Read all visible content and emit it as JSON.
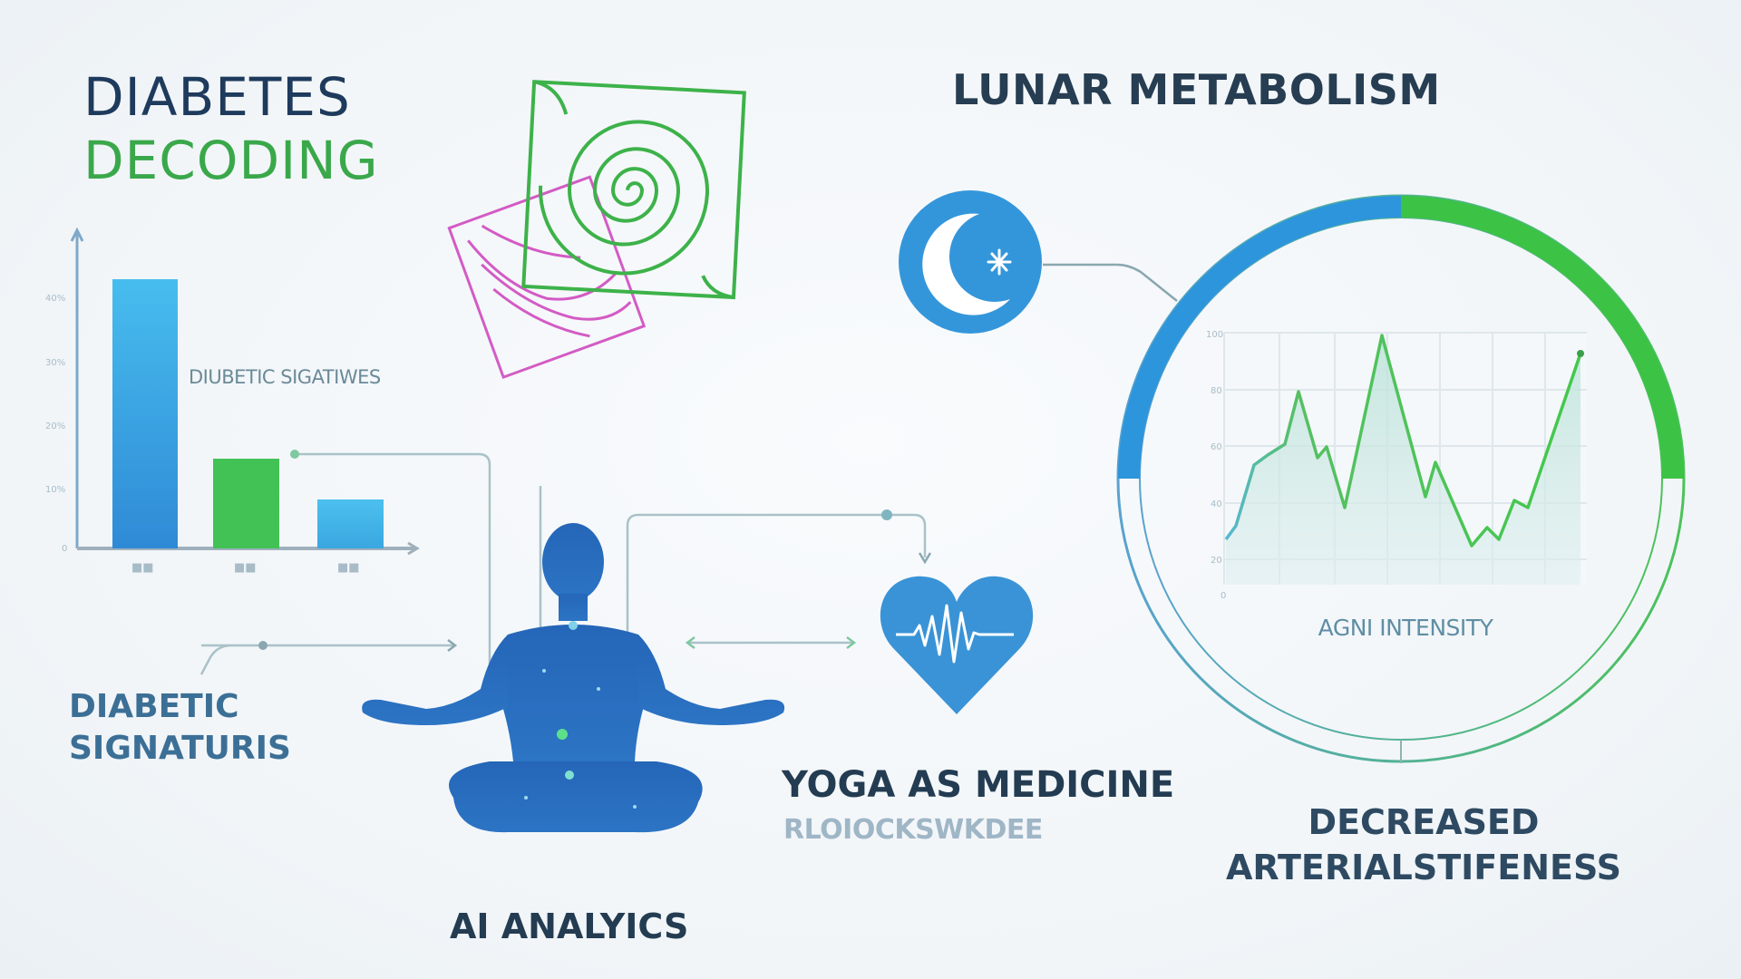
{
  "header": {
    "title_line1": "DIABETES",
    "title_line2": "DECODING"
  },
  "sections": {
    "lunar_metabolism": "LUNAR METABOLISM",
    "diabetic_signatures_label": "DIABETIC SIGNATURIS",
    "diabetic_signatures_label_line1": "DIABETIC",
    "diabetic_signatures_label_line2": "SIGNATURIS",
    "bar_chart_inline_label": "DIUBETIC SIGATIWES",
    "yoga_title": "YOGA AS MEDICINE",
    "yoga_subtitle": "RLOIOCKSWKDEE",
    "ai_analytics": "AI ANALYICS",
    "decreased_line1": "DECREASED",
    "decreased_line2": "ARTERIALSTIFENESS",
    "agni_label": "AGNI INTENSITY"
  },
  "icons": {
    "moon": "moon-star-icon",
    "heart": "heart-ecg-icon",
    "figure": "meditation-figure",
    "spiral": "spiral-squares-graphic"
  },
  "colors": {
    "navy": "#1e3a5c",
    "green": "#3aa84a",
    "blue": "#2f8fd8",
    "sky": "#45b6ea",
    "magenta": "#d85ac8",
    "ring_blue": "#2d95dc",
    "ring_green": "#3cc245"
  },
  "chart_data": [
    {
      "type": "bar",
      "title": "DIUBETIC SIGATIWES",
      "categories": [
        "(illegible 1)",
        "(illegible 2)",
        "(illegible 3)"
      ],
      "values": [
        43,
        14,
        8
      ],
      "colors": [
        "#3a9ee0",
        "#40c152",
        "#45b4e6"
      ],
      "ytick_positions": [
        0,
        10,
        20,
        30,
        40
      ],
      "ylim": [
        0,
        48
      ],
      "xlabel": "",
      "ylabel": "",
      "grid": false,
      "legend": "none"
    },
    {
      "type": "area",
      "title": "AGNI INTENSITY",
      "x": [
        0,
        1,
        2,
        3,
        4,
        5,
        6,
        7,
        8,
        9,
        10,
        11,
        12,
        13,
        14,
        15,
        16,
        17
      ],
      "values": [
        18,
        23,
        47,
        51,
        56,
        77,
        50,
        55,
        31,
        99,
        35,
        49,
        15,
        23,
        18,
        33,
        31,
        92
      ],
      "ylim": [
        0,
        100
      ],
      "xlabel": "AGNI INTENSITY",
      "ylabel": "",
      "grid": true,
      "legend": "none",
      "line_color_start": "#4fb5d8",
      "line_color_end": "#43c84c"
    }
  ]
}
